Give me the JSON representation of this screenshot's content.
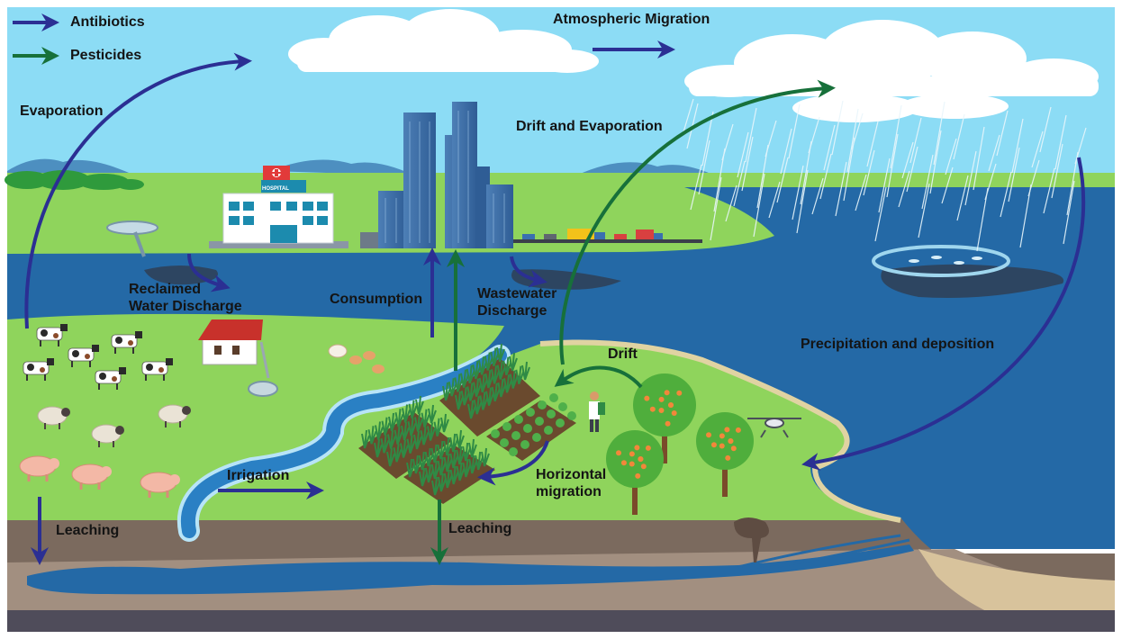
{
  "legend": {
    "antibiotics": "Antibiotics",
    "pesticides": "Pesticides"
  },
  "colors": {
    "antibiotics": "#2b2f93",
    "pesticides": "#17703a",
    "sky": "#8cdcf5",
    "water": "#2469a6",
    "grass": "#8fd45c",
    "soil": "#8a7a6b"
  },
  "labels": {
    "atmospheric_migration": "Atmospheric Migration",
    "evaporation": "Evaporation",
    "drift_and_evaporation": "Drift and Evaporation",
    "reclaimed_line1": "Reclaimed",
    "reclaimed_line2": "Water Discharge",
    "consumption": "Consumption",
    "wastewater_line1": "Wastewater",
    "wastewater_line2": "Discharge",
    "drift": "Drift",
    "precipitation": "Precipitation and deposition",
    "irrigation": "Irrigation",
    "horizontal_line1": "Horizontal",
    "horizontal_line2": "migration",
    "leaching_left": "Leaching",
    "leaching_center": "Leaching"
  },
  "hospital_sign": "HOSPITAL"
}
